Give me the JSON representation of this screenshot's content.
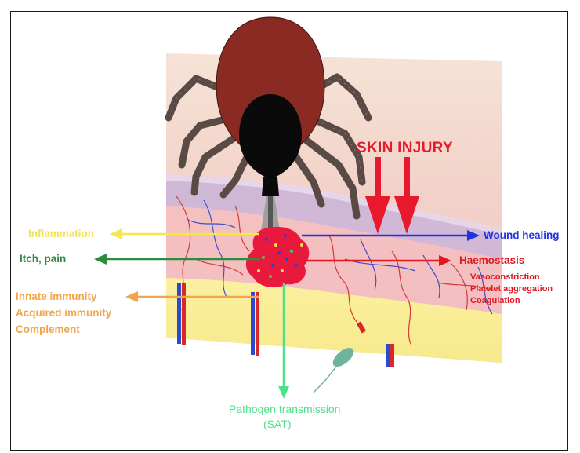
{
  "colors": {
    "skin_injury": "#e8192c",
    "inflammation": "#f4e84a",
    "itch": "#2e8a3e",
    "innate": "#f2a44a",
    "wound": "#2233dd",
    "haemostasis": "#e01822",
    "pathogen": "#4fe08a",
    "tick_body": "#8b2a22",
    "tick_head": "#0a0a0a"
  },
  "labels": {
    "skin_injury": "SKIN INJURY",
    "inflammation": "Inflammation",
    "itch_pain": "Itch, pain",
    "innate_immunity": "Innate immunity",
    "acquired_immunity": "Acquired immunity",
    "complement": "Complement",
    "wound_healing": "Wound healing",
    "haemostasis": "Haemostasis",
    "vasoconstriction": "Vasoconstriction",
    "platelet_aggregation": "Platelet aggregation",
    "coagulation": "Coagulation",
    "pathogen_transmission": "Pathogen transmission",
    "sat": "(SAT)"
  }
}
